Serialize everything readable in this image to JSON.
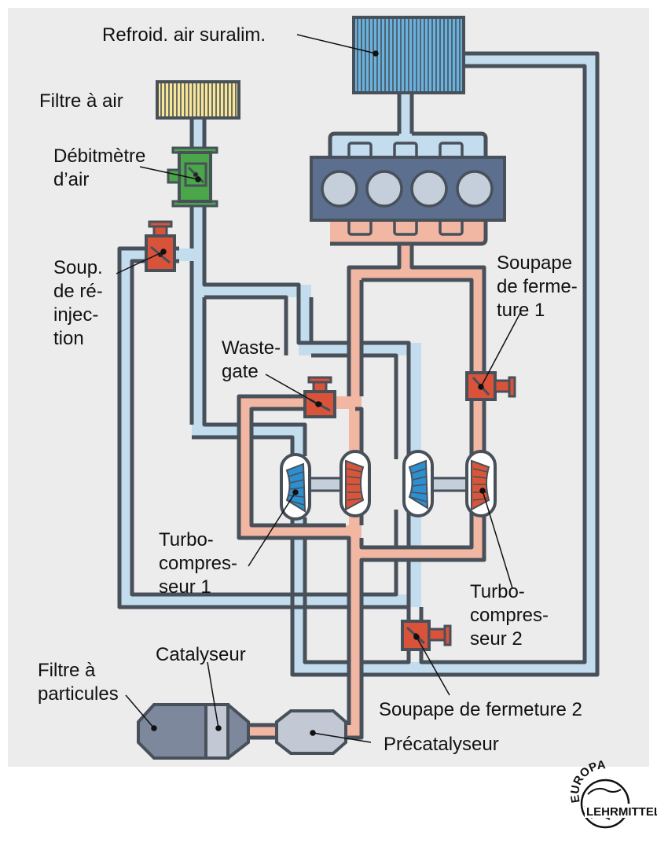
{
  "colors": {
    "panel_bg": "#ececec",
    "intake_fill": "#c3dcee",
    "exhaust_fill": "#f2b7a3",
    "outline": "#48505a",
    "air_filter": "#f7e698",
    "flowmeter": "#4aa648",
    "valve": "#d9533a",
    "intercooler": "#6ab2de",
    "engine_block": "#5c6f8e",
    "cylinder": "#c5cfdc",
    "compressor_wheel": "#2e8fd0",
    "turbine_wheel": "#d9553a",
    "catalyst": "#7d889c",
    "precatalyst": "#c2c8d4"
  },
  "labels": {
    "intercooler": "Refroid. air suralim.",
    "air_filter": "Filtre à air",
    "flowmeter_line1": "Débitmètre",
    "flowmeter_line2": "d’air",
    "recirc_line1": "Soup.",
    "recirc_line2": "de ré-",
    "recirc_line3": "injec-",
    "recirc_line4": "tion",
    "wastegate_line1": "Waste-",
    "wastegate_line2": "gate",
    "shutoff1_line1": "Soupape",
    "shutoff1_line2": "de ferme-",
    "shutoff1_line3": "ture 1",
    "turbo1_line1": "Turbo-",
    "turbo1_line2": "compres-",
    "turbo1_line3": "seur 1",
    "turbo2_line1": "Turbo-",
    "turbo2_line2": "compres-",
    "turbo2_line3": "seur 2",
    "particulate_line1": "Filtre à",
    "particulate_line2": "particules",
    "catalyst": "Catalyseur",
    "shutoff2": "Soupape de fermeture 2",
    "precatalyst": "Précatalyseur"
  },
  "logo": {
    "top": "EUROPA",
    "bottom": "LEHRMITTEL"
  }
}
